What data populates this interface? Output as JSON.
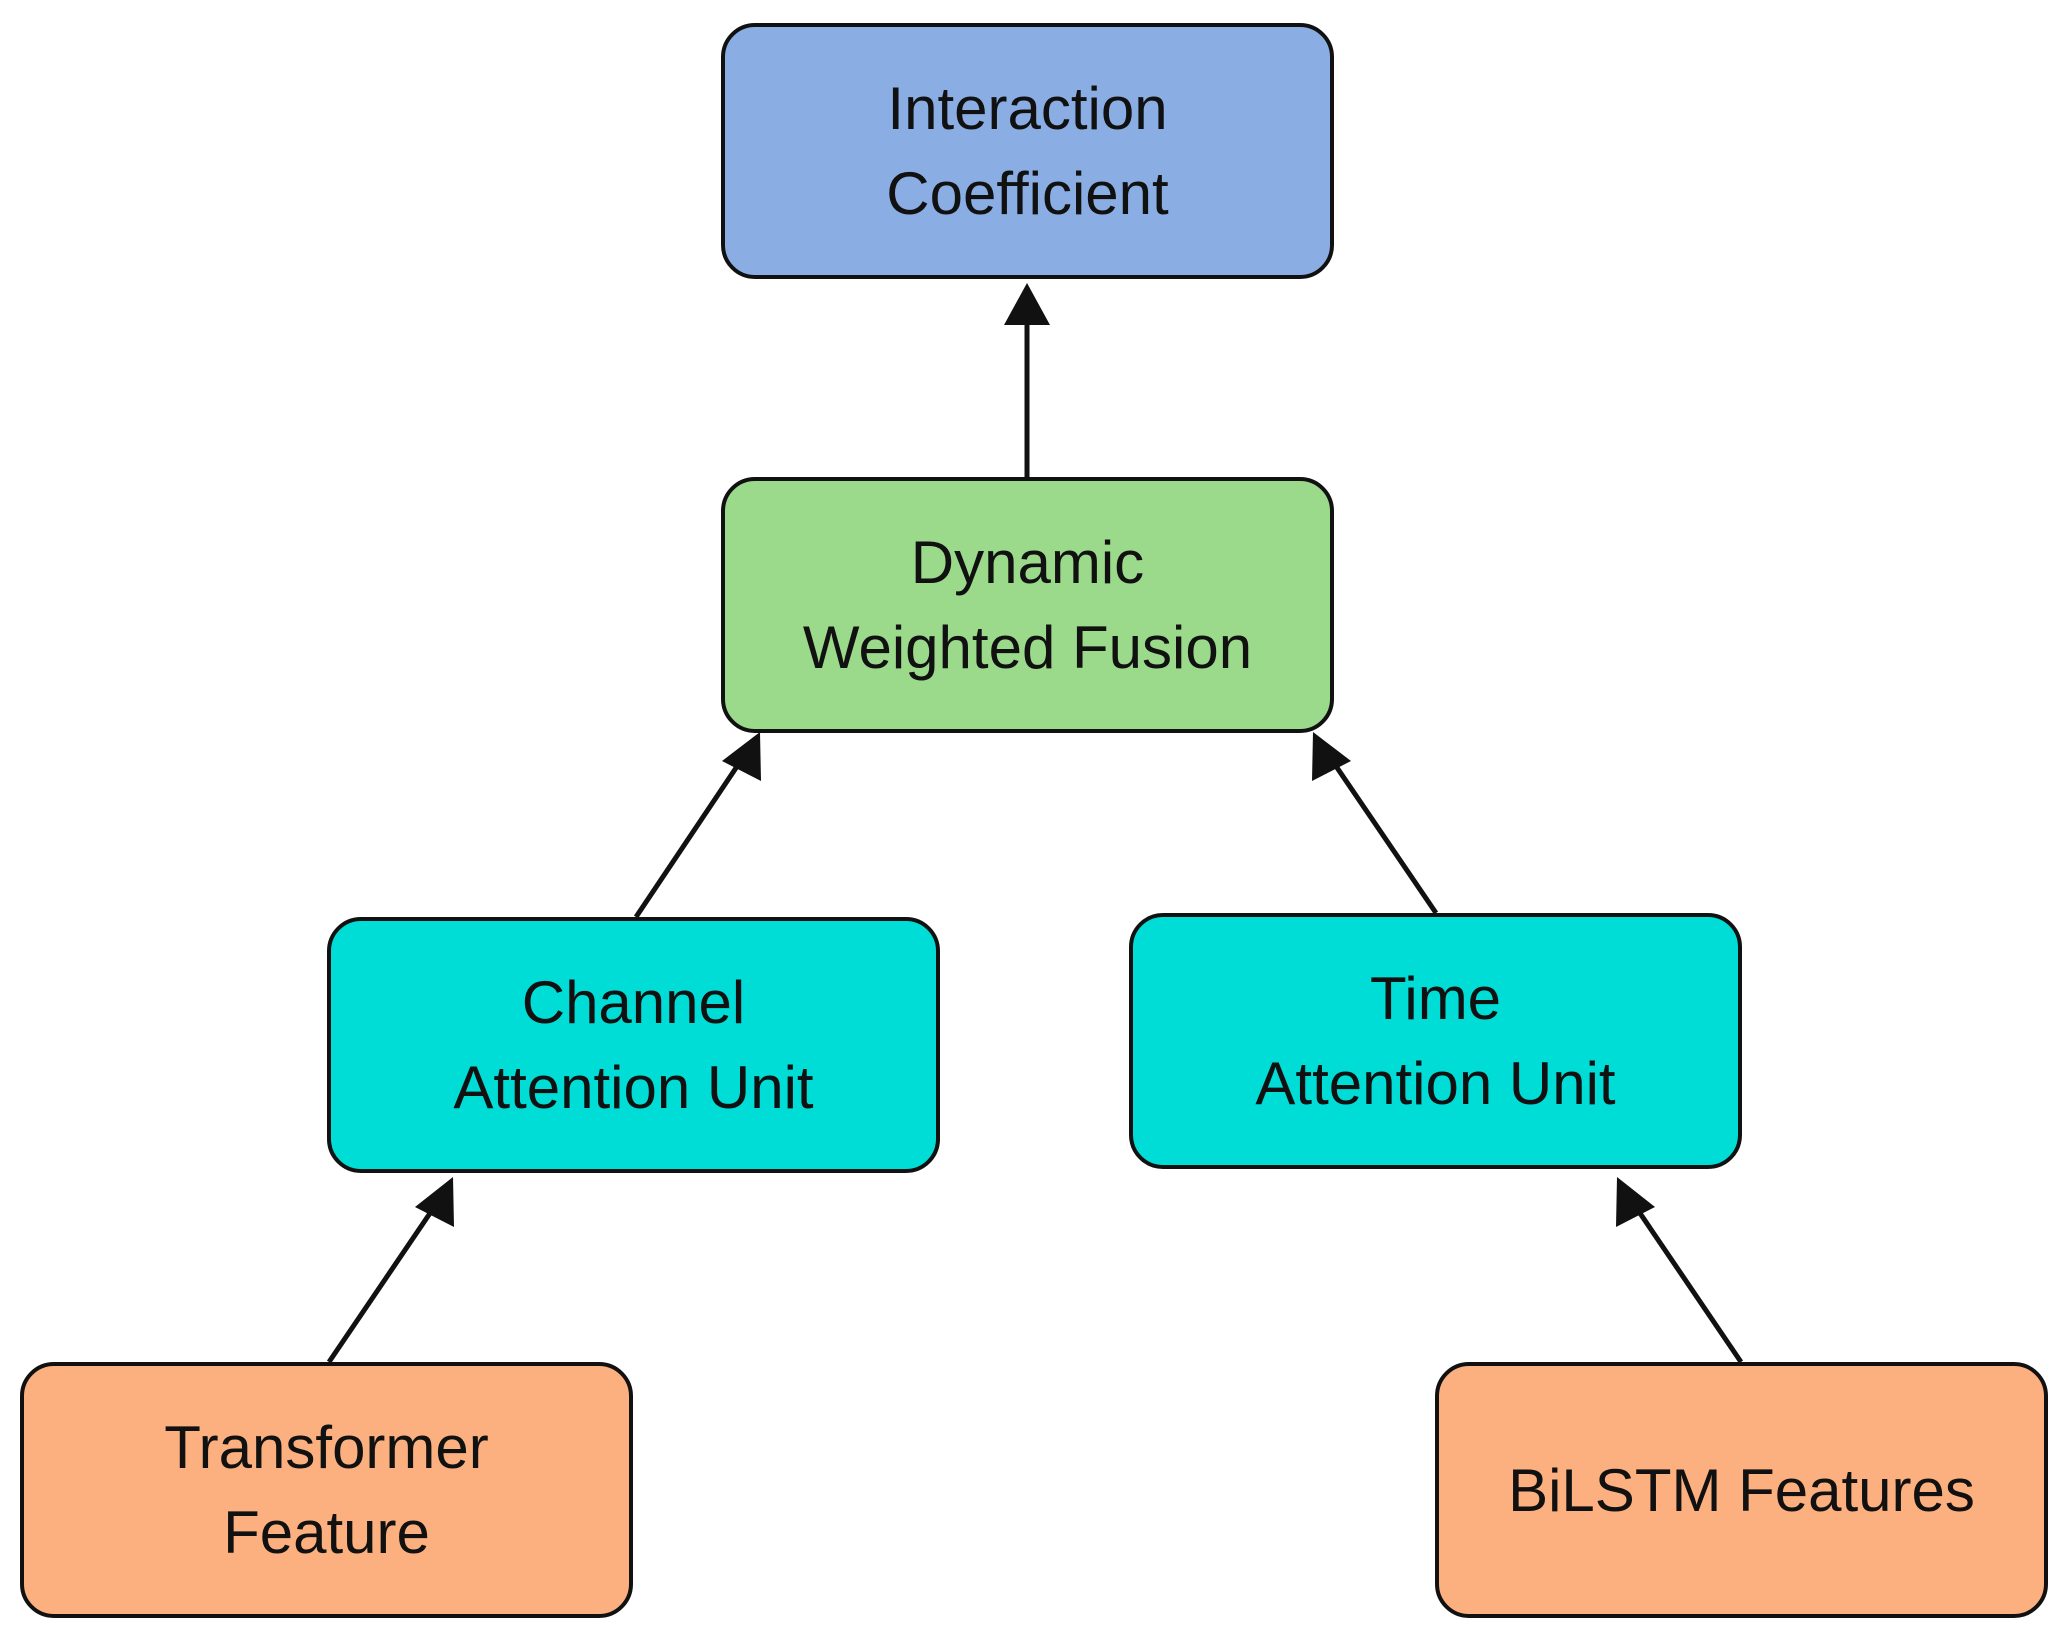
{
  "colors": {
    "output": "#8aaee3",
    "fusion": "#9bd98b",
    "attention": "#00dcd6",
    "input": "#fcb07f",
    "stroke": "#111111"
  },
  "nodes": {
    "interaction": {
      "lines": [
        "Interaction",
        "Coefficient"
      ]
    },
    "fusion": {
      "lines": [
        "Dynamic",
        "Weighted Fusion"
      ]
    },
    "channel": {
      "lines": [
        "Channel",
        "Attention Unit"
      ]
    },
    "time": {
      "lines": [
        "Time",
        "Attention Unit"
      ]
    },
    "transformer": {
      "lines": [
        "Transformer",
        "Feature"
      ]
    },
    "bilstm": {
      "lines": [
        "BiLSTM Features"
      ]
    }
  },
  "edges": [
    {
      "from": "fusion",
      "to": "interaction"
    },
    {
      "from": "channel",
      "to": "fusion"
    },
    {
      "from": "time",
      "to": "fusion"
    },
    {
      "from": "transformer",
      "to": "channel"
    },
    {
      "from": "bilstm",
      "to": "time"
    }
  ]
}
